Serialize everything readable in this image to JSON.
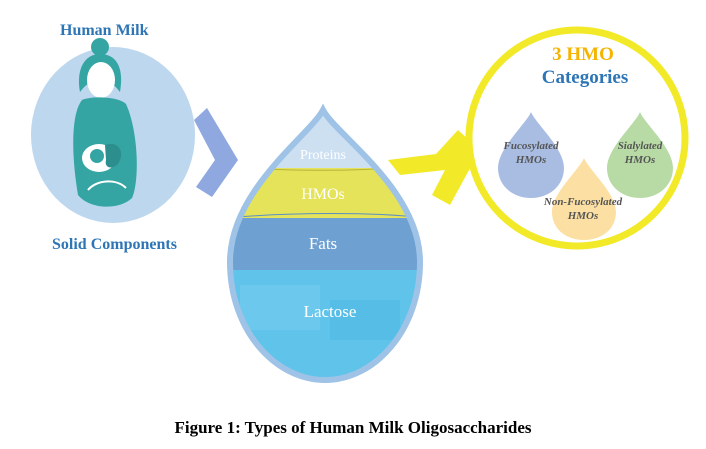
{
  "labels": {
    "human_milk": "Human Milk",
    "solid_components": "Solid Components",
    "caption": "Figure 1: Types of Human Milk Oligosaccharides"
  },
  "drop_layers": {
    "proteins": "Proteins",
    "hmos": "HMOs",
    "fats": "Fats",
    "lactose": "Lactose"
  },
  "categories": {
    "title_line1": "3 HMO",
    "title_line2": "Categories",
    "fucosylated": [
      "Fucosylated",
      "HMOs"
    ],
    "sialylated": [
      "Sialylated",
      "HMOs"
    ],
    "non_fucosylated": [
      "Non-Fucosylated",
      "HMOs"
    ]
  },
  "colors": {
    "circle_blue": "#bdd7ee",
    "arrow_blue": "#8fa9e0",
    "arrow_yellow": "#f2ea28",
    "proteins": "#cde0f2",
    "hmos": "#e4e35a",
    "fats": "#6fa0d2",
    "lactose": "#5fc3ea",
    "ring_yellow": "#f2ea28",
    "fuco_drop": "#a9bde3",
    "sial_drop": "#b8dba6",
    "nonfuco_drop": "#fce0a3",
    "title_orange": "#f5b400",
    "title_blue": "#2e75b6"
  }
}
